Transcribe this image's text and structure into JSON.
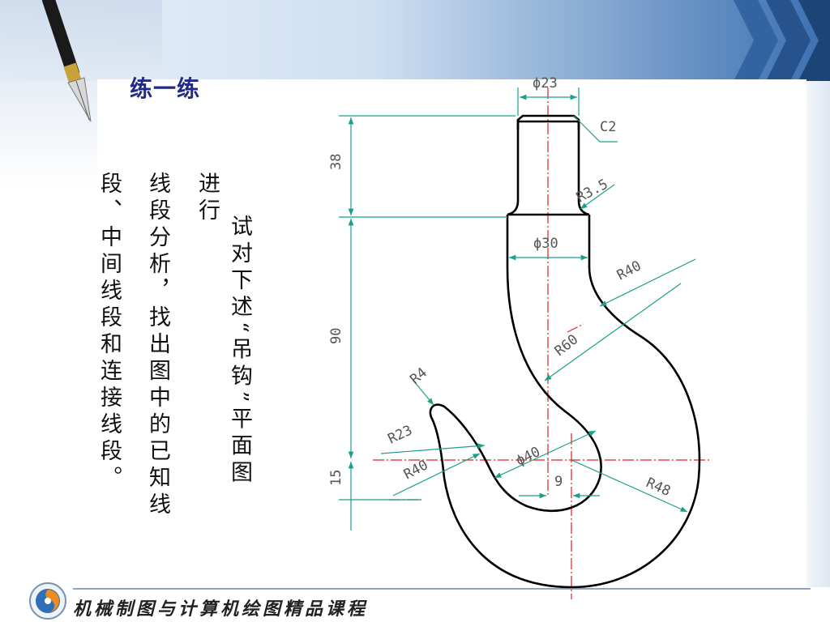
{
  "slide": {
    "title": "练一练",
    "paragraph_columns": [
      "试对下述“吊钩”平面图",
      "进行",
      "线段分析，找出图中的已知线",
      "段、中间线段和连接线段。"
    ],
    "footer_text": "机械制图与计算机绘图精品课程"
  },
  "drawing": {
    "dimensions": {
      "top_diameter": "ϕ23",
      "chamfer": "C2",
      "fillet_small": "R3.5",
      "shank_diameter": "ϕ30",
      "outer_arc": "R40",
      "inner_arc": "R60",
      "tip_radius": "R4",
      "tip_arc": "R23",
      "lower_left_arc": "R40",
      "center_diameter": "ϕ40",
      "offset": "9",
      "outer_bottom_arc": "R48",
      "height_top": "38",
      "height_middle": "90",
      "height_bottom": "15"
    }
  },
  "colors": {
    "accent_blue": "#1f2a8a",
    "dimension_line": "#1aa08a",
    "center_line": "#e02020",
    "outline": "#000000",
    "header_gradient_start": "#3a6fb0",
    "header_gradient_end": "#e9f1f9"
  }
}
